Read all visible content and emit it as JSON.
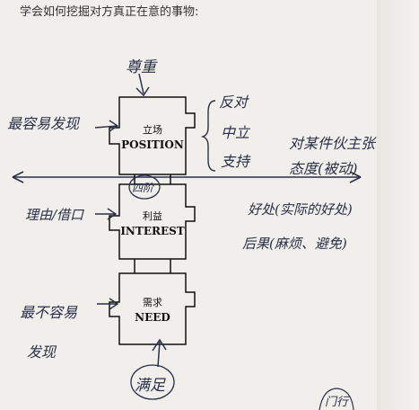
{
  "heading": "学会如何挖掘对方真正在意的事物:",
  "layers": [
    {
      "zh": "立场",
      "en": "POSITION"
    },
    {
      "zh": "利益",
      "en": "INTEREST"
    },
    {
      "zh": "需求",
      "en": "NEED"
    }
  ],
  "notes": {
    "top": "尊重",
    "position_left": "最容易发现",
    "position_options": [
      "反对",
      "中立",
      "支持"
    ],
    "position_right_1": "对某件伙主张",
    "position_right_2": "态度(被动)",
    "circled_top": "四阶",
    "interest_left": "理由/借口",
    "interest_right_1": "好处(实际的好处)",
    "interest_right_2": "后果(麻烦、避免)",
    "need_left_1": "最不容易",
    "need_left_2": "发现",
    "circled_bottom": "满足",
    "corner": "门行"
  },
  "colors": {
    "ink": "#2a2f45",
    "print": "#111111",
    "paper": "#f1efec"
  }
}
